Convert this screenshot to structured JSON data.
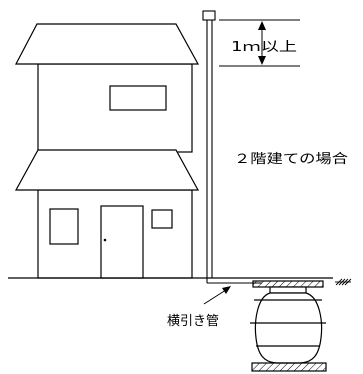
{
  "labels": {
    "height": "1ｍ以上",
    "caption": "２階建ての場合",
    "pipe": "横引き管"
  },
  "colors": {
    "line": "#000000",
    "background": "#ffffff"
  }
}
